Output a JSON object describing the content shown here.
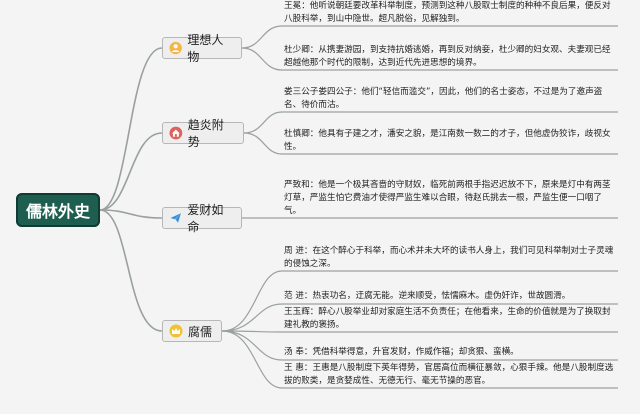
{
  "root": {
    "label": "儒林外史"
  },
  "topics": [
    {
      "label": "理想人物",
      "icon": "person-icon",
      "color": "#e8a23a",
      "leaves": [
        "王冕：他听说朝廷要改革科举制度，预测到这种八股取士制度的种种不良后果，便反对八股科举，到山中隐世。超凡脱俗，见解独到。",
        "杜少卿：从携妻游园，到支持抗婚逃婚，再到反对纳妾，杜少卿的妇女观、夫妻观已经超越他那个时代的限制，达到近代先进思想的境界。"
      ]
    },
    {
      "label": "趋炎附势",
      "icon": "home-icon",
      "color": "#d9534f",
      "leaves": [
        "娄三公子娄四公子：他们“轻信而滥交”，因此，他们的名士姿态，不过是为了邀声盗名、待价而沽。",
        "杜慎卿：他具有子建之才，潘安之貌，是江南数一数二的才子，但他虚伪狡诈，歧视女性。"
      ]
    },
    {
      "label": "爱财如命",
      "icon": "paper-plane-icon",
      "color": "#3a8fd9",
      "leaves": [
        "严致和：他是一个极其吝啬的守财奴，临死前两根手指迟迟放不下，原来是灯中有两茎灯草，严监生怕它费油才使得严监生难以合眼，待赵氏挑去一根，严监生便一口咽了气。"
      ]
    },
    {
      "label": "腐儒",
      "icon": "crown-icon",
      "color": "#e6b422",
      "leaves": [
        "周 进：在这个醉心于科举，而心术并未大坏的读书人身上，我们可见科举制对士子灵魂的侵蚀之深。",
        "范 进：热衷功名，迂腐无能。逆来顺受，怯懦麻木。虚伪奸诈，世故圆滑。",
        "王玉辉：醉心八股举业却对家庭生活不负责任；在他看来，生命的价值就是为了换取封建礼教的褒扬。",
        "汤 奉：凭借科举得意，升官发财，作威作福；却贪狠、蛮横。",
        "王 惠：王惠是八股制度下英年得势，官居高位而横征暴敛，心狠手辣。他是八股制度选拔的败类，是贪婪成性、无德无行、毫无节操的恶官。"
      ]
    }
  ]
}
